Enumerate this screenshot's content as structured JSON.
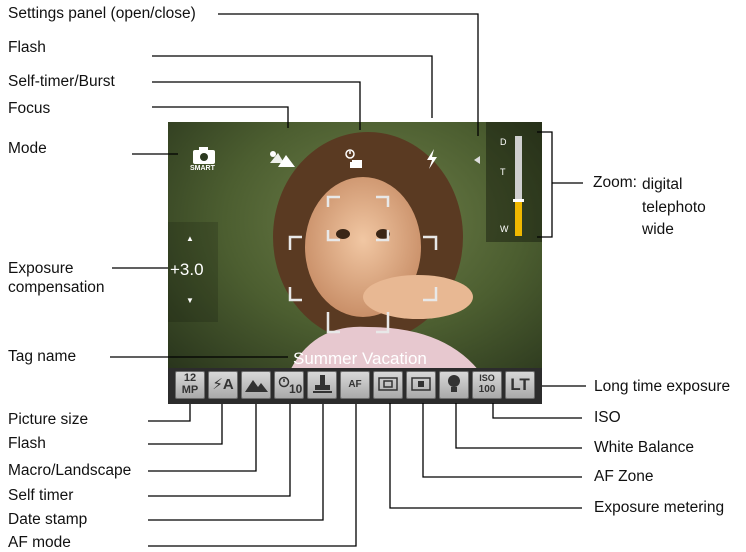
{
  "labels": {
    "settings_panel": "Settings panel (open/close)",
    "flash_top": "Flash",
    "self_timer_burst": "Self-timer/Burst",
    "focus": "Focus",
    "mode": "Mode",
    "zoom_title": "Zoom:",
    "zoom_digital": "digital",
    "zoom_telephoto": "telephoto",
    "zoom_wide": "wide",
    "exposure_comp": "Exposure compensation",
    "tag_name": "Tag name",
    "long_time": "Long time exposure",
    "iso": "ISO",
    "white_balance": "White Balance",
    "af_zone": "AF Zone",
    "exposure_metering": "Exposure metering",
    "picture_size": "Picture size",
    "flash_bottom": "Flash",
    "macro_landscape": "Macro/Landscape",
    "self_timer": "Self timer",
    "date_stamp": "Date stamp",
    "af_mode": "AF mode"
  },
  "screen": {
    "mode_text": "SMART",
    "exposure_value": "+3.0",
    "tag_text": "Summer Vacation",
    "zoom_d": "D",
    "zoom_t": "T",
    "zoom_w": "W",
    "zoom_level": 0.35
  },
  "toolbar": {
    "picture_size_top": "12",
    "picture_size_bottom": "MP",
    "flash": "⚡A",
    "self_timer": "10",
    "af_mode": "AF",
    "iso_top": "ISO",
    "iso_bottom": "100",
    "long_time": "LT"
  },
  "icons": {
    "camera": "camera-icon",
    "macro_landscape": "macro-landscape-icon",
    "self_timer_burst": "self-timer-burst-icon",
    "flash": "flash-icon",
    "settings_arrow": "triangle-left-icon"
  }
}
